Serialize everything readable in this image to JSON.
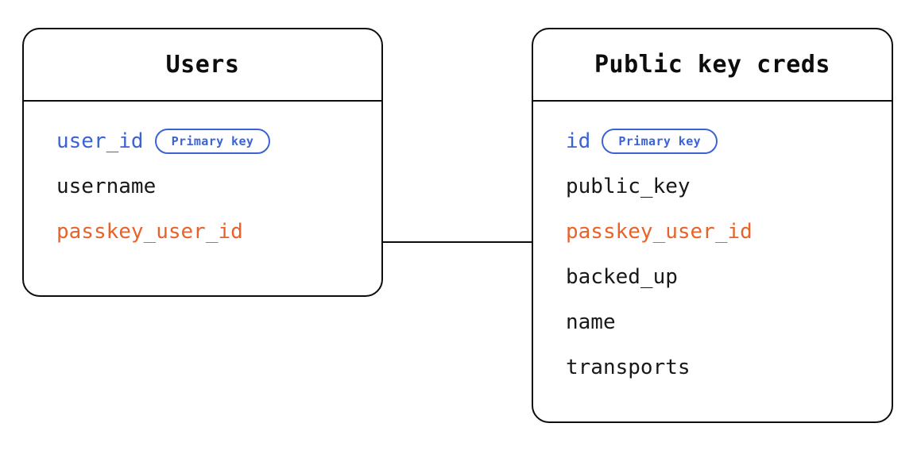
{
  "diagram": {
    "type": "entity-relationship-diagram",
    "background_color": "#ffffff",
    "colors": {
      "border": "#0d0d0d",
      "text": "#17181a",
      "primary_key": "#3b63d4",
      "foreign_key": "#e8632a",
      "connector": "#0d0d0d"
    },
    "entities": [
      {
        "id": "users",
        "title": "Users",
        "fields": [
          {
            "name": "user_id",
            "role": "primary",
            "badge": "Primary key"
          },
          {
            "name": "username",
            "role": "normal",
            "badge": null
          },
          {
            "name": "passkey_user_id",
            "role": "foreign",
            "badge": null
          }
        ]
      },
      {
        "id": "public_key_creds",
        "title": "Public key creds",
        "fields": [
          {
            "name": "id",
            "role": "primary",
            "badge": "Primary key"
          },
          {
            "name": "public_key",
            "role": "normal",
            "badge": null
          },
          {
            "name": "passkey_user_id",
            "role": "foreign",
            "badge": null
          },
          {
            "name": "backed_up",
            "role": "normal",
            "badge": null
          },
          {
            "name": "name",
            "role": "normal",
            "badge": null
          },
          {
            "name": "transports",
            "role": "normal",
            "badge": null
          }
        ]
      }
    ],
    "relationships": [
      {
        "id": "users-to-public-key-creds",
        "from_entity": "users",
        "from_field": "passkey_user_id",
        "to_entity": "public_key_creds",
        "to_field": "passkey_user_id",
        "style": "straight-line"
      }
    ]
  }
}
